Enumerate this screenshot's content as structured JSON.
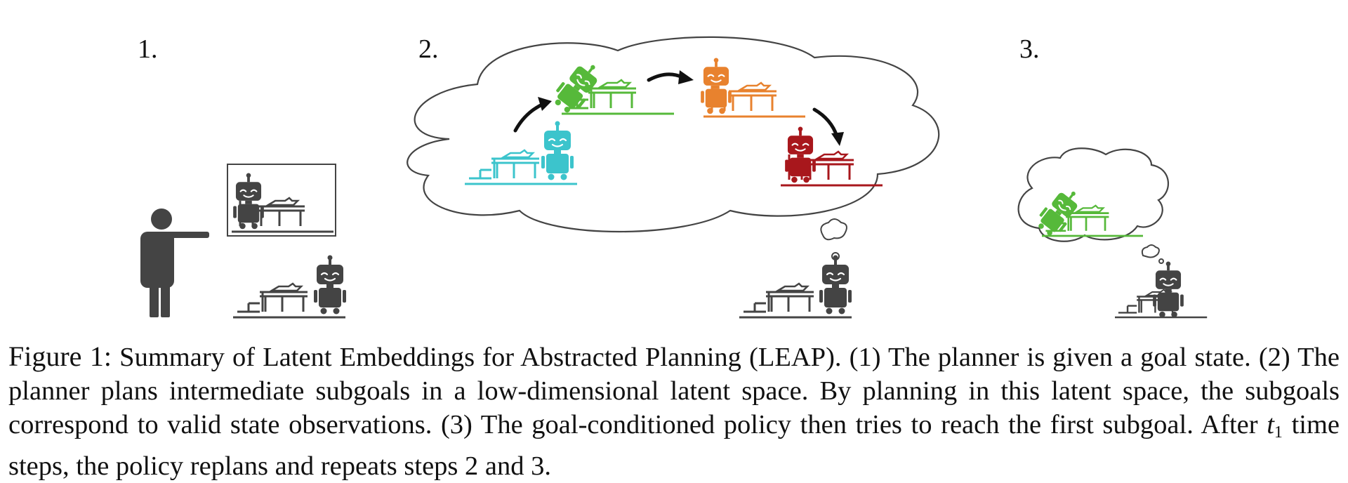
{
  "steps": [
    {
      "number": "1."
    },
    {
      "number": "2."
    },
    {
      "number": "3."
    }
  ],
  "colors": {
    "dark": "#444444",
    "cyan": "#3cc4cc",
    "green": "#56b93a",
    "orange": "#e8822e",
    "red": "#a8171c",
    "cloud_outline": "#444444"
  },
  "icons": [
    "person-pointing-icon",
    "robot-icon",
    "table-icon",
    "chair-icon",
    "cloud-icon",
    "arrow-icon"
  ],
  "caption": {
    "label": "Figure 1:",
    "text_before_var": "Summary of Latent Embeddings for Abstracted Planning (LEAP). (1) The planner is given a goal state. (2) The planner plans intermediate subgoals in a low-dimensional latent space. By planning in this latent space, the subgoals correspond to valid state observations. (3) The goal-conditioned policy then tries to reach the first subgoal. After",
    "var_base": "t",
    "var_sub": "1",
    "text_after_var": "time steps, the policy replans and repeats steps 2 and 3."
  }
}
